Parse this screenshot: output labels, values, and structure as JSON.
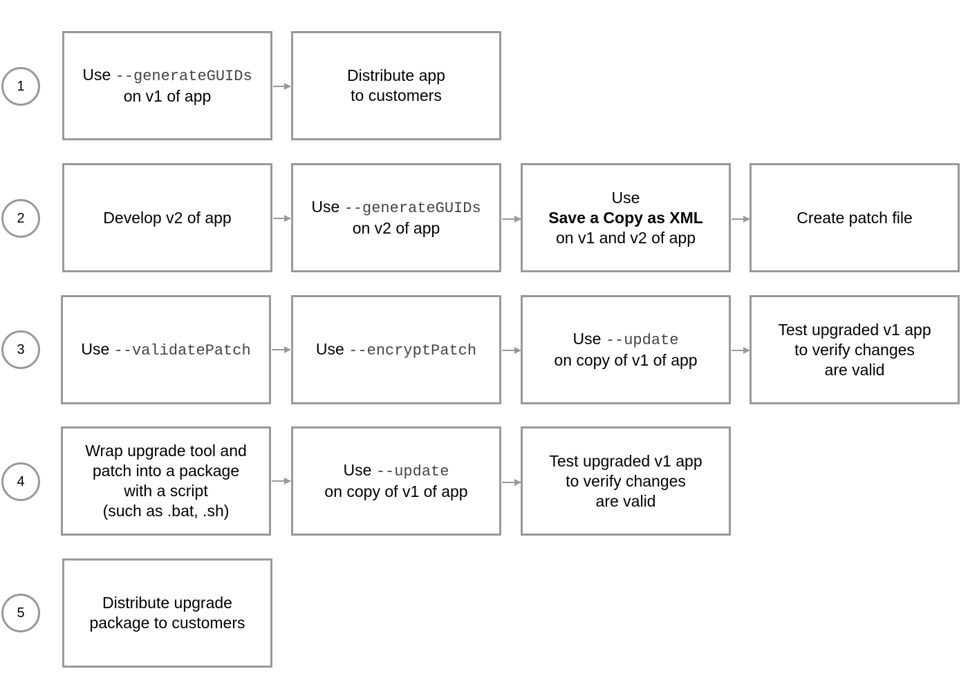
{
  "steps": [
    {
      "number": "1"
    },
    {
      "number": "2"
    },
    {
      "number": "3"
    },
    {
      "number": "4"
    },
    {
      "number": "5"
    }
  ],
  "boxes": {
    "s1_generate": {
      "prefix": "Use ",
      "code": "--generateGUIDs",
      "line2": "on v1 of app"
    },
    "s1_distribute": {
      "line1": "Distribute app",
      "line2": "to customers"
    },
    "s2_develop": {
      "line1": "Develop v2 of app"
    },
    "s2_generate": {
      "prefix": "Use ",
      "code": "--generateGUIDs",
      "line2": "on v2 of app"
    },
    "s2_save_xml": {
      "line1": "Use",
      "bold": "Save a Copy as XML",
      "line3": "on v1 and v2 of app"
    },
    "s2_patch": {
      "line1": "Create patch file"
    },
    "s3_validate": {
      "prefix": "Use ",
      "code": "--validatePatch"
    },
    "s3_encrypt": {
      "prefix": "Use ",
      "code": "--encryptPatch"
    },
    "s3_update": {
      "prefix": "Use ",
      "code": "--update",
      "line2": "on copy of v1 of app"
    },
    "s3_test": {
      "line1": "Test upgraded v1 app",
      "line2": "to verify changes",
      "line3": "are valid"
    },
    "s4_wrap": {
      "line1": "Wrap upgrade tool and",
      "line2": "patch into a package",
      "line3": "with a script",
      "line4": "(such as .bat, .sh)"
    },
    "s4_update": {
      "prefix": "Use ",
      "code": "--update",
      "line2": "on copy of v1 of app"
    },
    "s4_test": {
      "line1": "Test upgraded v1 app",
      "line2": "to verify changes",
      "line3": "are valid"
    },
    "s5_distribute": {
      "line1": "Distribute upgrade",
      "line2": "package to customers"
    }
  },
  "colors": {
    "border": "#999999",
    "arrow": "#999999",
    "code_text": "#444444"
  }
}
